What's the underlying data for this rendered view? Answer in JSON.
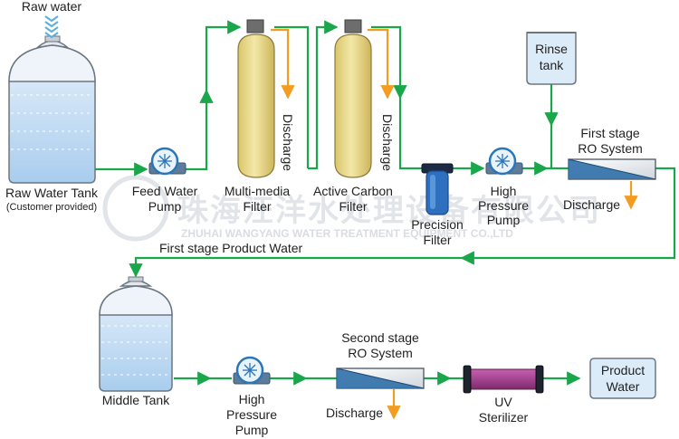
{
  "labels": {
    "raw_water": "Raw water",
    "raw_tank": "Raw Water Tank",
    "raw_tank_note": "(Customer provided)",
    "feed_pump_1": "Feed Water",
    "feed_pump_2": "Pump",
    "multimedia_1": "Multi-media",
    "multimedia_2": "Filter",
    "carbon_1": "Active Carbon",
    "carbon_2": "Filter",
    "discharge": "Discharge",
    "precision_1": "Precision",
    "precision_2": "Filter",
    "hp_pump_1": "High",
    "hp_pump_2": "Pressure",
    "hp_pump_3": "Pump",
    "rinse_1": "Rinse",
    "rinse_2": "tank",
    "ro1_1": "First stage",
    "ro1_2": "RO System",
    "first_product": "First stage Product Water",
    "middle_tank": "Middle Tank",
    "ro2_1": "Second stage",
    "ro2_2": "RO System",
    "uv_1": "UV",
    "uv_2": "Sterilizer",
    "product_1": "Product",
    "product_2": "Water"
  },
  "watermark": {
    "cn": "珠海汪洋水处理设备有限公司",
    "en": "ZHUHAI WANGYANG WATER TREATMENT EQUIPMENT CO.,LTD"
  },
  "colors": {
    "pipe": "#1aa64a",
    "discharge_arrow": "#f39c1f",
    "tank_water": "#bcd8f0",
    "filter_body": "#e8d98c",
    "ro_membrane": "#2f6fa8",
    "uv_body": "#a43c8e"
  }
}
